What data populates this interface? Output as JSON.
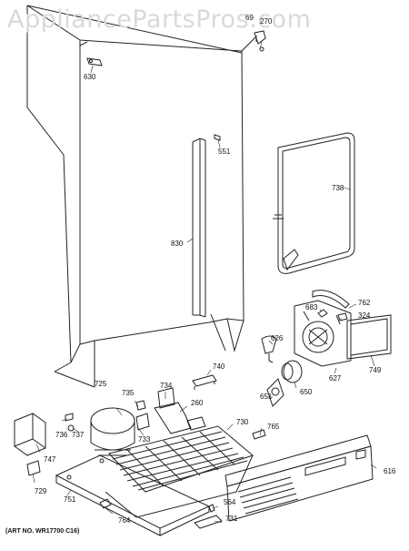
{
  "watermark": "AppliancePartsPros.com",
  "art_number": "(ART NO. WR17700 C16)",
  "part_numbers": {
    "p630": "630",
    "p69": "69",
    "p270": "270",
    "p551": "551",
    "p830": "830",
    "p738": "738",
    "p762": "762",
    "p683": "683",
    "p324": "324",
    "p626": "626",
    "p627": "627",
    "p749": "749",
    "p740": "740",
    "p725": "725",
    "p735": "735",
    "p734": "734",
    "p260": "260",
    "p733": "733",
    "p730": "730",
    "p651": "651",
    "p650": "650",
    "p765": "765",
    "p736": "736",
    "p737": "737",
    "p747": "747",
    "p729": "729",
    "p751": "751",
    "p616": "616",
    "p564": "564",
    "p731": "731",
    "p764": "764"
  }
}
